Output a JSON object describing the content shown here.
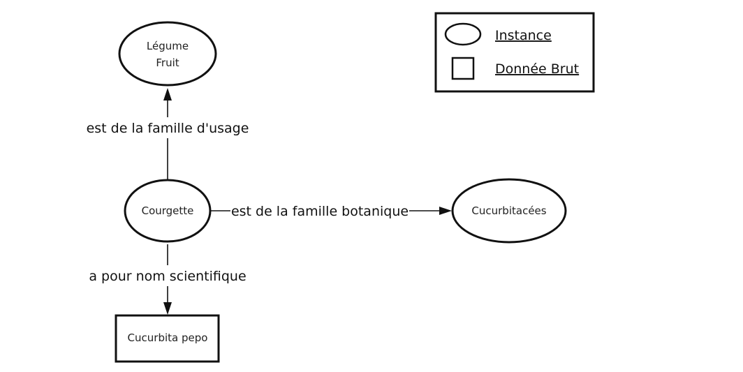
{
  "nodes": {
    "legume": {
      "line1": "Légume",
      "line2": "Fruit",
      "shape": "ellipse"
    },
    "courgette": {
      "label": "Courgette",
      "shape": "ellipse"
    },
    "cucurbitacees": {
      "label": "Cucurbitacées",
      "shape": "ellipse"
    },
    "cucurbita_pepo": {
      "label": "Cucurbita pepo",
      "shape": "rectangle"
    }
  },
  "edges": {
    "usage": {
      "from": "courgette",
      "to": "legume",
      "label": "est de la famille d'usage"
    },
    "botanique": {
      "from": "courgette",
      "to": "cucurbitacees",
      "label": "est de la famille botanique"
    },
    "scientifique": {
      "from": "courgette",
      "to": "cucurbita_pepo",
      "label": "a pour nom scientifique"
    }
  },
  "legend": {
    "instance": {
      "label": "Instance",
      "shape": "ellipse"
    },
    "donnee_brut": {
      "label": "Donnée Brut",
      "shape": "square"
    }
  },
  "colors": {
    "stroke": "#111111",
    "background": "#ffffff"
  }
}
